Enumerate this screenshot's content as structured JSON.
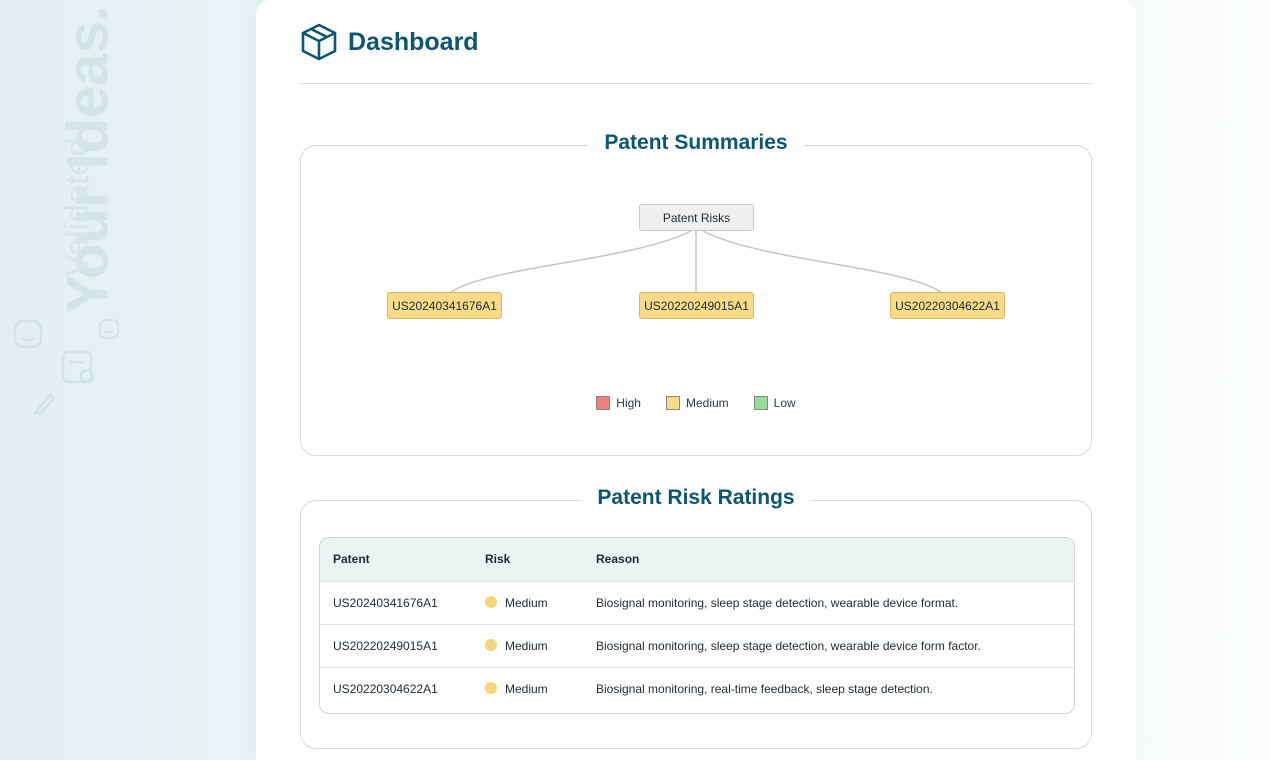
{
  "background": {
    "tagline_primary": "Your Ideas.",
    "tagline_secondary": "Validated"
  },
  "header": {
    "title": "Dashboard",
    "icon": "cube-icon"
  },
  "summaries": {
    "title": "Patent Summaries",
    "root": "Patent Risks",
    "nodes": [
      "US20240341676A1",
      "US20220249015A1",
      "US20220304622A1"
    ],
    "legend": [
      {
        "label": "High",
        "color": "#f08080"
      },
      {
        "label": "Medium",
        "color": "#f8da88"
      },
      {
        "label": "Low",
        "color": "#98dc98"
      }
    ]
  },
  "ratings": {
    "title": "Patent Risk Ratings",
    "columns": [
      "Patent",
      "Risk",
      "Reason"
    ],
    "rows": [
      {
        "patent": "US20240341676A1",
        "risk": "Medium",
        "reason": "Biosignal monitoring, sleep stage detection, wearable device format."
      },
      {
        "patent": "US20220249015A1",
        "risk": "Medium",
        "reason": "Biosignal monitoring, sleep stage detection, wearable device form factor."
      },
      {
        "patent": "US20220304622A1",
        "risk": "Medium",
        "reason": "Biosignal monitoring, real-time feedback, sleep stage detection."
      }
    ]
  },
  "colors": {
    "accent": "#0d5575",
    "medium": "#f8da88"
  }
}
